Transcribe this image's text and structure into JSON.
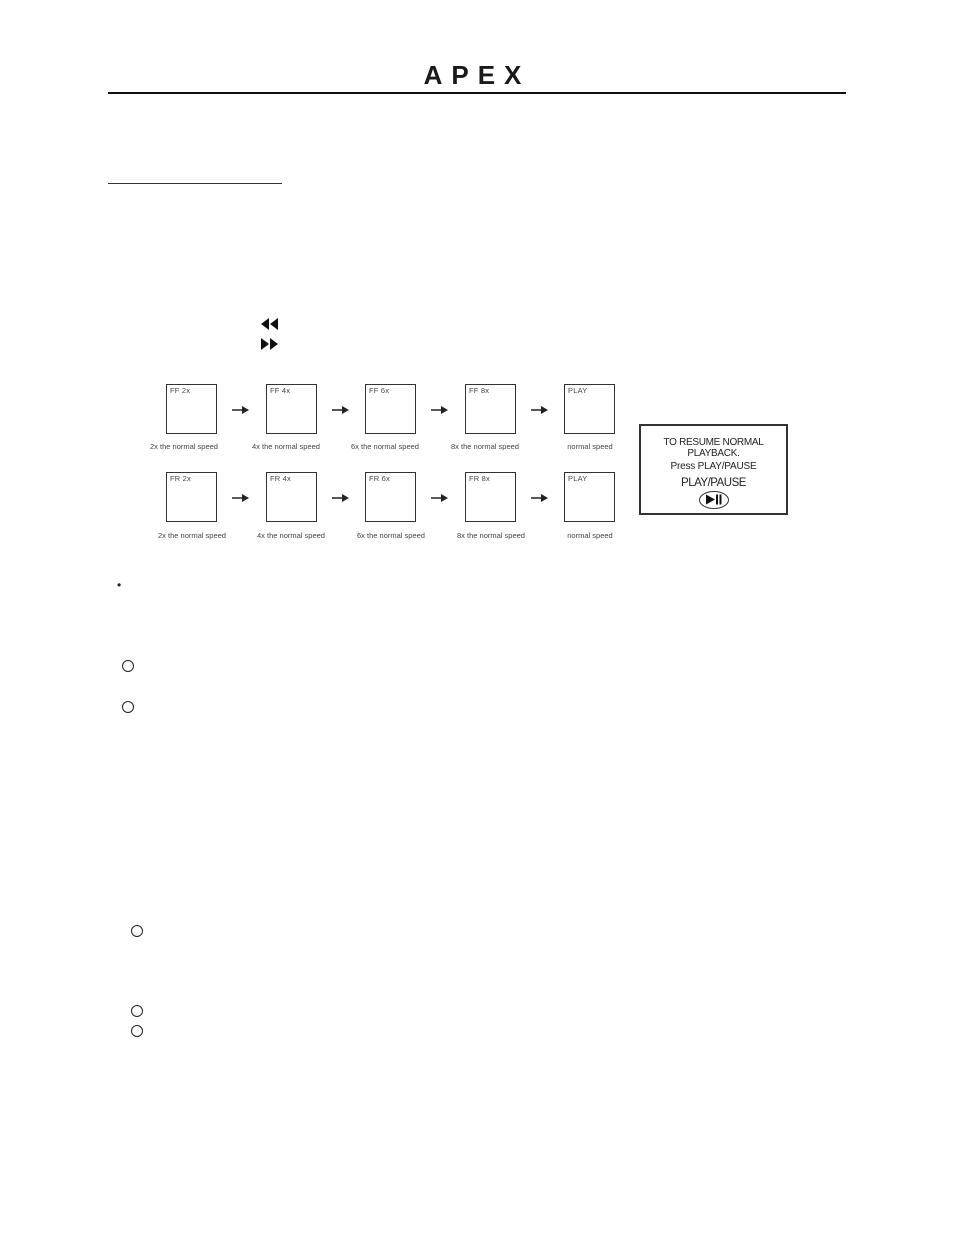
{
  "header": {
    "logo_text": "APEX"
  },
  "controls": {
    "rewind_icon": "rewind-icon",
    "fast_forward_icon": "fast-forward-icon"
  },
  "diagram": {
    "ff_row": {
      "screens": [
        "FF 2x",
        "FF 4x",
        "FF 6x",
        "FF 8x",
        "PLAY"
      ],
      "captions": [
        "2x the normal speed",
        "4x the normal speed",
        "6x the normal speed",
        "8x the normal speed",
        "normal speed"
      ]
    },
    "fr_row": {
      "screens": [
        "FR 2x",
        "FR 4x",
        "FR 6x",
        "FR 8x",
        "PLAY"
      ],
      "captions": [
        "2x the normal speed",
        "4x the normal speed",
        "6x the normal speed",
        "8x the normal speed",
        "normal speed"
      ]
    },
    "resume_box": {
      "line1": "TO RESUME NORMAL PLAYBACK.",
      "line2": "Press PLAY/PAUSE",
      "line3": "PLAY/PAUSE",
      "button_icon": "play-pause-icon"
    }
  },
  "bullet_symbol": "•"
}
